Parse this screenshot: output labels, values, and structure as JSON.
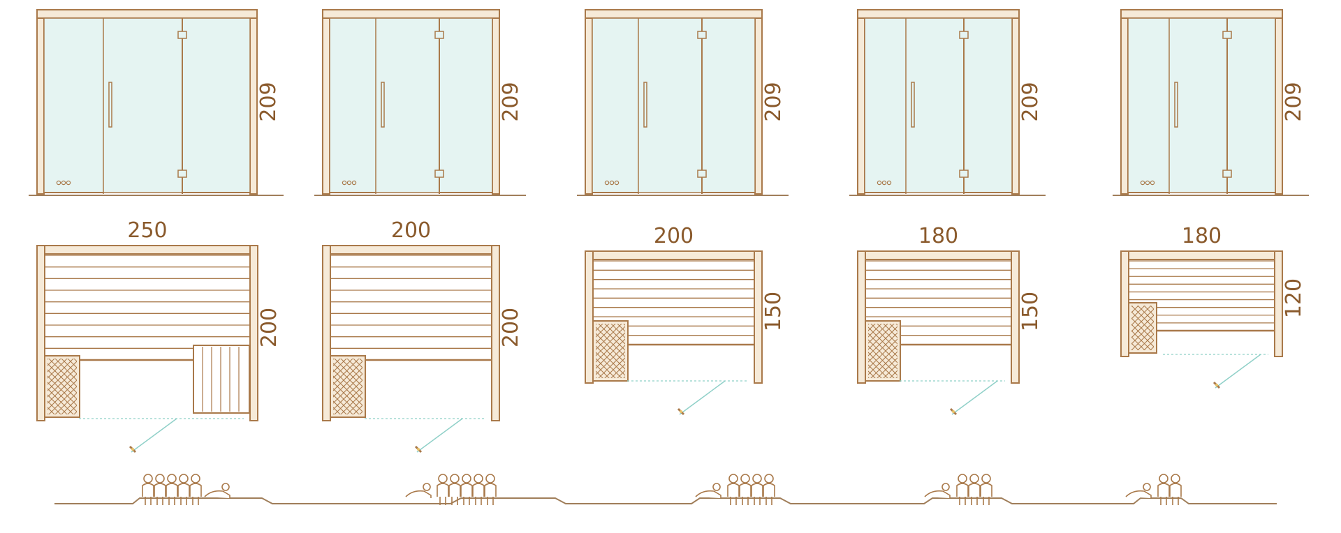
{
  "colors": {
    "wood": "#a9794a",
    "wood_fill": "#f6ead8",
    "glass": "#e5f4f2",
    "dim_text": "#8a5a2c",
    "floor_line": "#a07e5a",
    "dash_line": "#8fd0c8"
  },
  "saunas": [
    {
      "height_front": "209",
      "width": "250",
      "depth": "200",
      "seats": 6,
      "bench": "l-shaped"
    },
    {
      "height_front": "209",
      "width": "200",
      "depth": "200",
      "seats": 5,
      "bench": "straight"
    },
    {
      "height_front": "209",
      "width": "200",
      "depth": "150",
      "seats": 4,
      "bench": "straight"
    },
    {
      "height_front": "209",
      "width": "180",
      "depth": "150",
      "seats": 3,
      "bench": "straight"
    },
    {
      "height_front": "209",
      "width": "180",
      "depth": "120",
      "seats": 2,
      "bench": "straight"
    }
  ],
  "icons": {
    "heater": "heater-grid-icon",
    "lamp": "lamp-icon",
    "control": "control-dots-icon",
    "people": "seated-people-icon"
  }
}
